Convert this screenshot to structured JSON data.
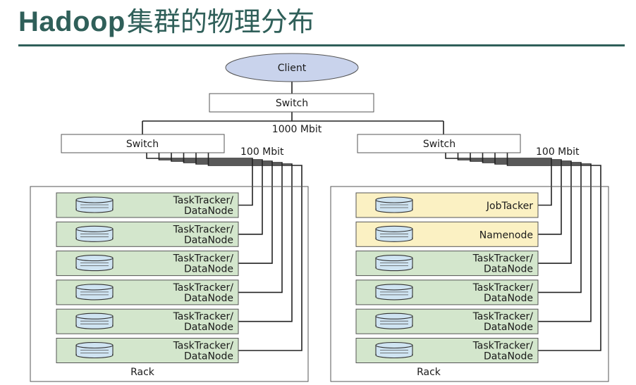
{
  "title": {
    "prefix": "Hadoop",
    "suffix": "集群的物理分布"
  },
  "diagram": {
    "client": "Client",
    "core_switch": "Switch",
    "uplink_speed": "1000 Mbit",
    "racks": [
      {
        "switch": "Switch",
        "downlink_speed": "100 Mbit",
        "label": "Rack",
        "nodes": [
          {
            "line1": "TaskTracker/",
            "line2": "DataNode",
            "kind": "worker"
          },
          {
            "line1": "TaskTracker/",
            "line2": "DataNode",
            "kind": "worker"
          },
          {
            "line1": "TaskTracker/",
            "line2": "DataNode",
            "kind": "worker"
          },
          {
            "line1": "TaskTracker/",
            "line2": "DataNode",
            "kind": "worker"
          },
          {
            "line1": "TaskTracker/",
            "line2": "DataNode",
            "kind": "worker"
          },
          {
            "line1": "TaskTracker/",
            "line2": "DataNode",
            "kind": "worker"
          }
        ]
      },
      {
        "switch": "Switch",
        "downlink_speed": "100 Mbit",
        "label": "Rack",
        "nodes": [
          {
            "line1": "JobTacker",
            "line2": "",
            "kind": "master"
          },
          {
            "line1": "Namenode",
            "line2": "",
            "kind": "master"
          },
          {
            "line1": "TaskTracker/",
            "line2": "DataNode",
            "kind": "worker"
          },
          {
            "line1": "TaskTracker/",
            "line2": "DataNode",
            "kind": "worker"
          },
          {
            "line1": "TaskTracker/",
            "line2": "DataNode",
            "kind": "worker"
          },
          {
            "line1": "TaskTracker/",
            "line2": "DataNode",
            "kind": "worker"
          }
        ]
      }
    ],
    "colors": {
      "title": "#2f5f59",
      "client_fill": "#c9d3ec",
      "worker_fill": "#d3e6cc",
      "master_fill": "#fbf1c3",
      "disk_fill": "#cfe4f2",
      "line": "#222222"
    },
    "icons": {
      "node": "disk-icon"
    }
  }
}
